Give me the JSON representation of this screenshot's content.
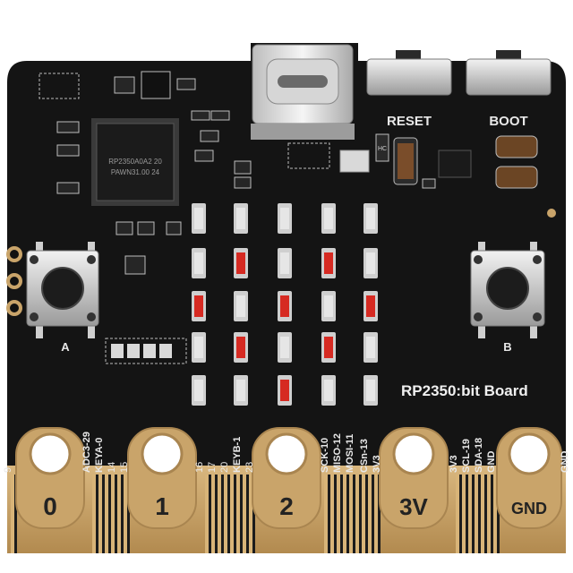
{
  "board": {
    "name": "RP2350:bit Board",
    "buttons": {
      "reset": "RESET",
      "boot": "BOOT",
      "a": "A",
      "b": "B"
    },
    "chip": {
      "line1": "RP2350A0A2 20",
      "line2": "PAWN31.00 24"
    },
    "small_part_label": "HC",
    "pins_left": [
      "9",
      "ADC3-29",
      "KEYA-0",
      "14",
      "15",
      "16",
      "17",
      "20",
      "KEYB-1",
      "23",
      "SCK-10",
      "MISO-12",
      "MOSI-11",
      "CSn-13",
      "3V3",
      "3V3",
      "SCL-19",
      "SDA-18",
      "GND",
      "GND"
    ],
    "pads": [
      "0",
      "1",
      "2",
      "3V",
      "GND"
    ],
    "led_matrix": [
      [
        "w",
        "w",
        "w",
        "w",
        "w"
      ],
      [
        "w",
        "r",
        "w",
        "r",
        "w"
      ],
      [
        "r",
        "w",
        "r",
        "w",
        "r"
      ],
      [
        "w",
        "r",
        "w",
        "r",
        "w"
      ],
      [
        "w",
        "w",
        "r",
        "w",
        "w"
      ]
    ],
    "colors": {
      "pcb": "#141414",
      "gold": "#c9a46a",
      "silkscreen": "#e8e8e8",
      "led_red": "#d62a22",
      "led_white": "#e6e6e6"
    }
  }
}
